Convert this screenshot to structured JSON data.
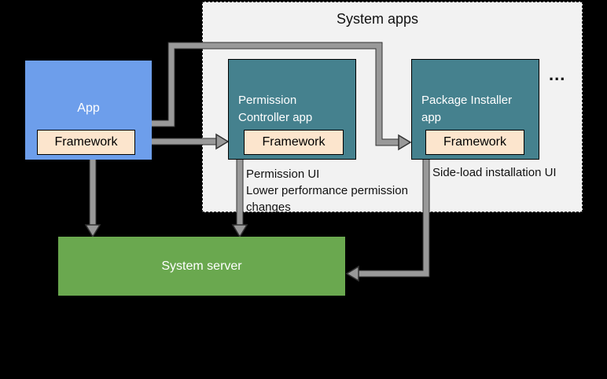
{
  "diagram": {
    "title": "System apps",
    "more_apps": "...",
    "app": {
      "label": "App",
      "framework": "Framework"
    },
    "permission_controller": {
      "label": "Permission Controller app",
      "framework": "Framework",
      "note": "Permission UI\nLower performance permission\nchanges"
    },
    "package_installer": {
      "label": "Package Installer app",
      "framework": "Framework",
      "note": "Side-load installation UI"
    },
    "system_server": {
      "label": "System server"
    },
    "colors": {
      "app_fill": "#6d9eeb",
      "system_app_fill": "#45818e",
      "framework_fill": "#fce5cd",
      "system_server_fill": "#6aa84f",
      "container_fill": "#f2f2f2",
      "connector_gray": "#999999",
      "connector_outline": "#333333",
      "background": "#000000"
    }
  }
}
